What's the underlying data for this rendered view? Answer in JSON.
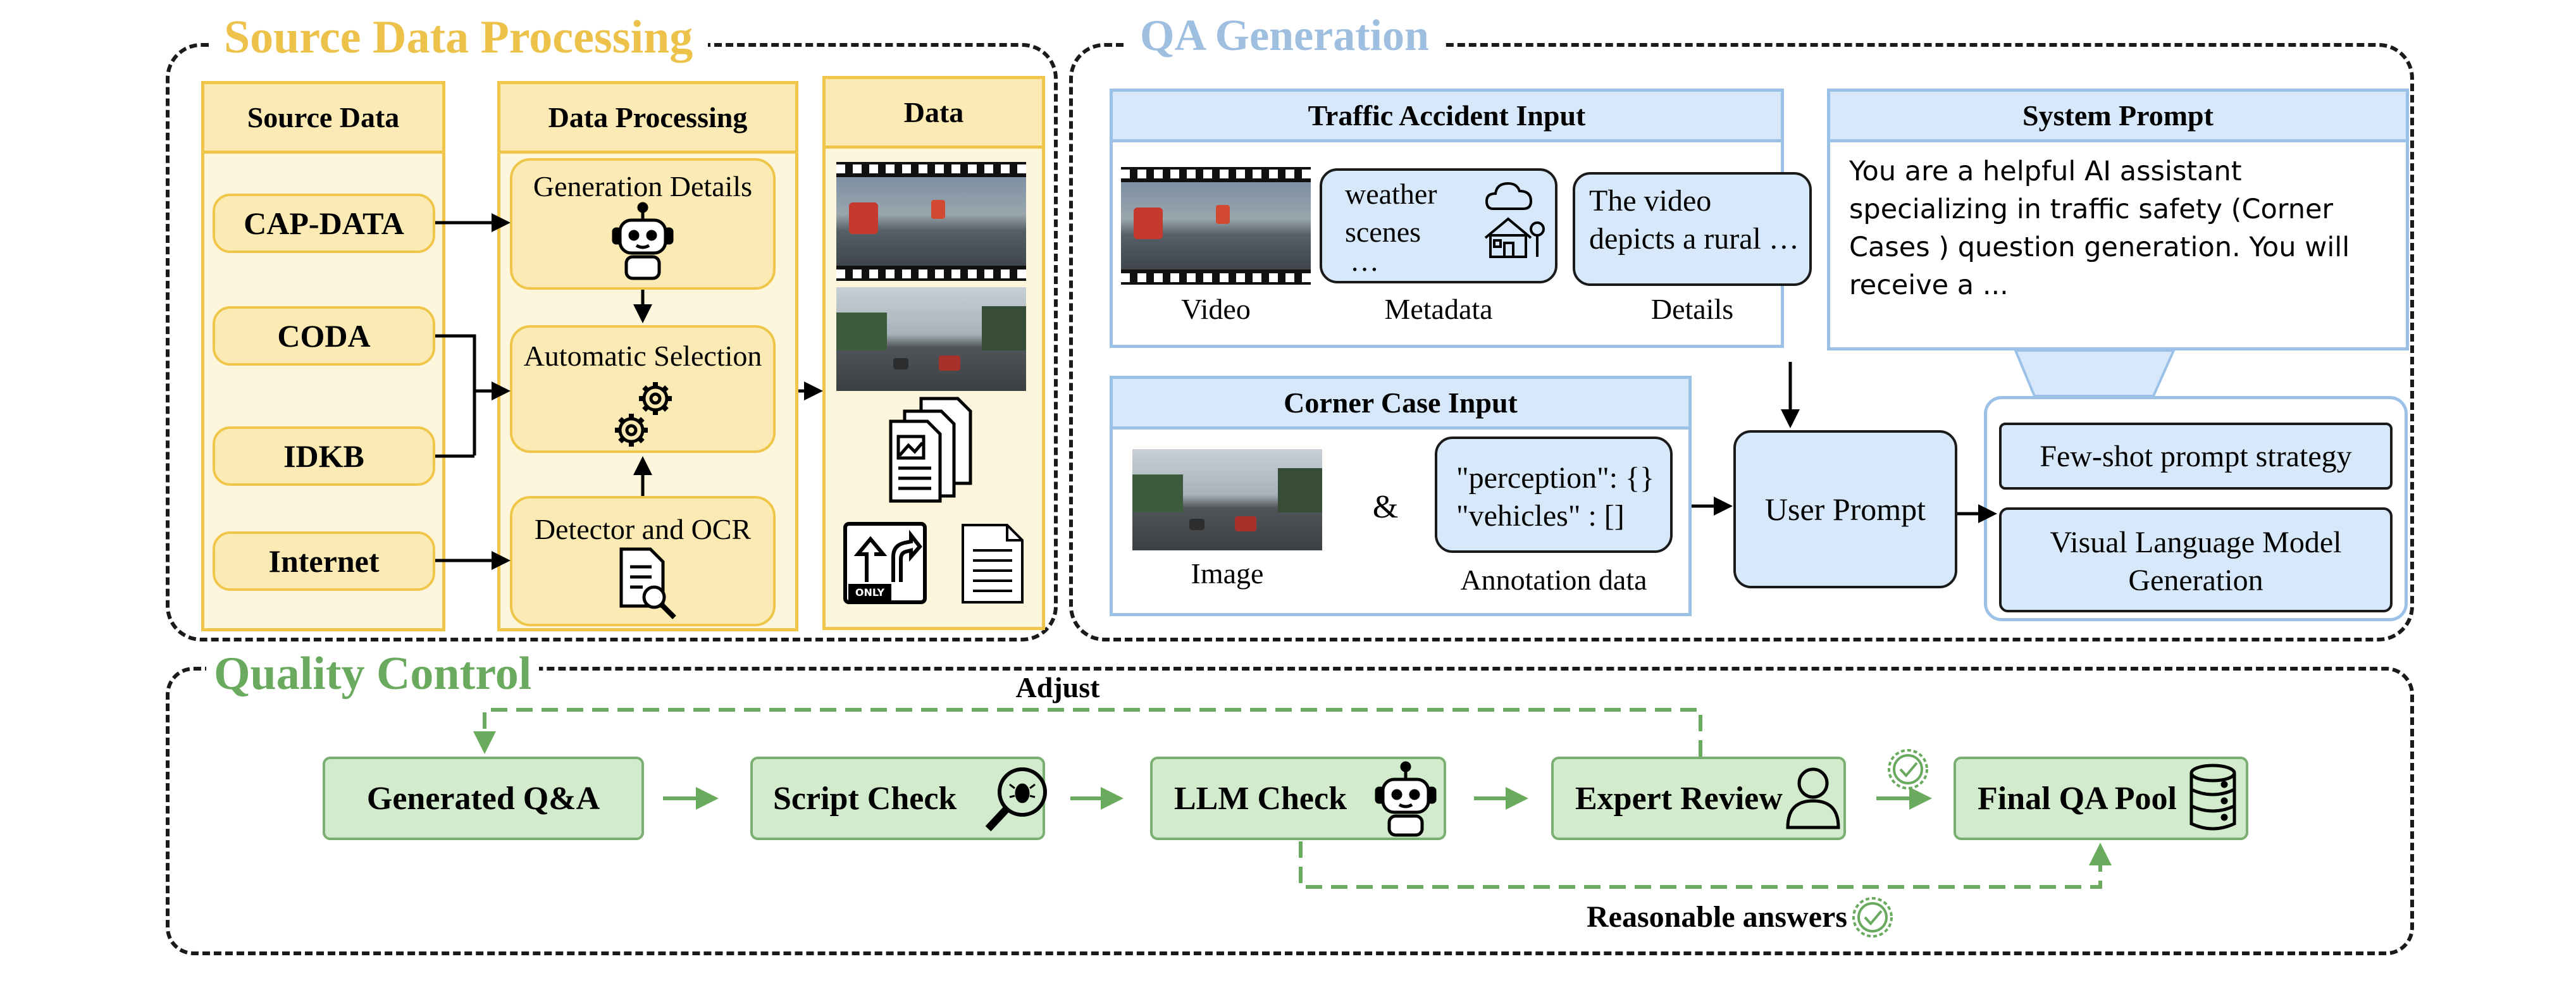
{
  "sections": {
    "source_title": "Source Data Processing",
    "qa_title": "QA Generation",
    "qc_title": "Quality Control"
  },
  "colors": {
    "source_title": "#ecc24a",
    "qa_title": "#9fbfe0",
    "qc_title": "#6aaa5e",
    "yellow_border": "#f0c64a",
    "yellow_fill": "#fbeab4",
    "blue_border": "#9cc1e6",
    "blue_fill": "#d7e8fa",
    "green_border": "#79b071",
    "green_fill": "#d3ebcd"
  },
  "source": {
    "col_source_title": "Source Data",
    "items": [
      "CAP-DATA",
      "CODA",
      "IDKB",
      "Internet"
    ],
    "col_processing_title": "Data Processing",
    "steps": [
      "Generation Details",
      "Automatic Selection",
      "Detector and OCR"
    ],
    "col_data_title": "Data"
  },
  "qa": {
    "traffic_title": "Traffic Accident Input",
    "metadata_text_1": "weather",
    "metadata_text_2": "scenes",
    "metadata_text_3": "…",
    "details_text_1": "The video",
    "details_text_2": "depicts a rural …",
    "video_caption": "Video",
    "metadata_caption": "Metadata",
    "details_caption": "Details",
    "system_title": "System Prompt",
    "system_text": "You are a helpful AI assistant specializing in traffic safety (Corner Cases ) question generation. You will receive a ...",
    "corner_title": "Corner Case Input",
    "ampersand": "&",
    "annotation_line1": "\"perception\": {}",
    "annotation_line2": "\"vehicles\" : []",
    "image_caption": "Image",
    "annotation_caption": "Annotation data",
    "user_prompt": "User Prompt",
    "strategy": "Few-shot prompt strategy",
    "vlm_line1": "Visual Language Model",
    "vlm_line2": "Generation"
  },
  "qc": {
    "adjust": "Adjust",
    "generated": "Generated Q&A",
    "script": "Script Check",
    "llm": "LLM Check",
    "expert": "Expert Review",
    "final": "Final QA Pool",
    "reasonable": "Reasonable answers"
  },
  "icons": [
    "robot-icon",
    "gear-icon",
    "document-search-icon",
    "documents-icon",
    "image-file-icon",
    "road-sign-icon",
    "text-document-icon",
    "cloud-icon",
    "house-icon",
    "bug-search-icon",
    "person-icon",
    "check-badge-icon",
    "database-icon"
  ]
}
